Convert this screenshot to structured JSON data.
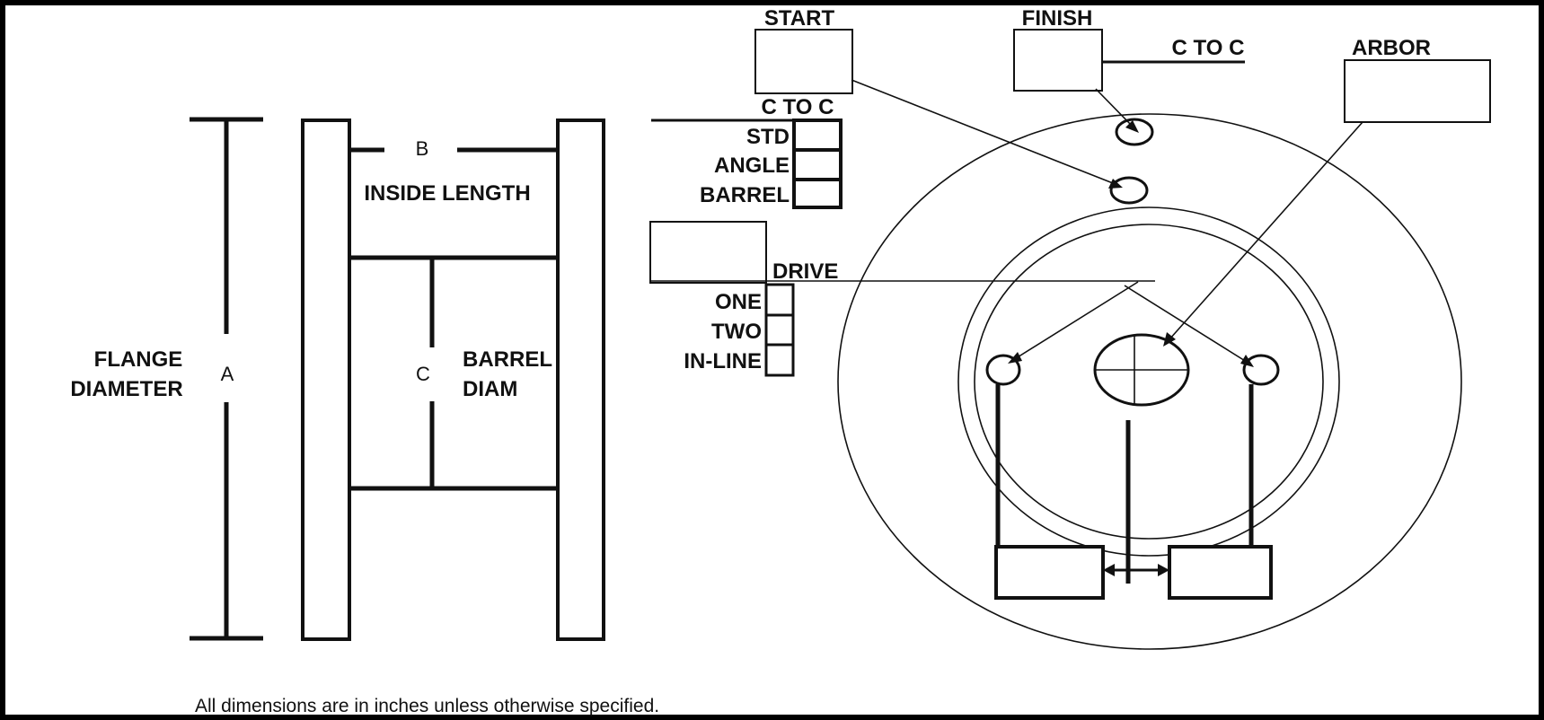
{
  "labels": {
    "b": "B",
    "inside_length": "INSIDE LENGTH",
    "flange_diameter_line1": "FLANGE",
    "flange_diameter_line2": "DIAMETER",
    "a": "A",
    "c": "C",
    "barrel_diam_line1": "BARREL",
    "barrel_diam_line2": "DIAM",
    "start": "START",
    "finish": "FINISH",
    "c_to_c_top": "C TO C",
    "arbor": "ARBOR",
    "c_to_c_mid": "C TO C",
    "std": "STD",
    "angle": "ANGLE",
    "barrel": "BARREL",
    "drive": "DRIVE",
    "one": "ONE",
    "two": "TWO",
    "in_line": "IN-LINE"
  },
  "footer_note": "All dimensions are in inches unless otherwise specified.",
  "colors": {
    "ink": "#111111",
    "paper": "#ffffff",
    "frame": "#000000"
  }
}
